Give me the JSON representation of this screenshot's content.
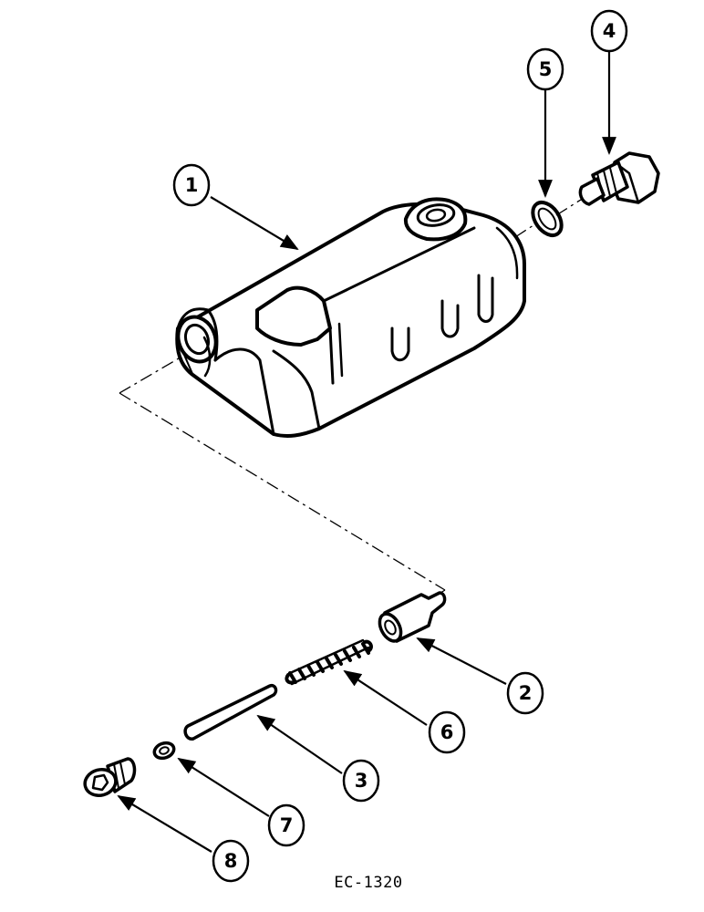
{
  "callouts": [
    {
      "label": "1",
      "part": "valve-housing"
    },
    {
      "label": "2",
      "part": "valve-poppet"
    },
    {
      "label": "3",
      "part": "pin"
    },
    {
      "label": "4",
      "part": "plug"
    },
    {
      "label": "5",
      "part": "o-ring"
    },
    {
      "label": "6",
      "part": "spring"
    },
    {
      "label": "7",
      "part": "washer"
    },
    {
      "label": "8",
      "part": "socket-plug"
    }
  ],
  "caption": "EC-1320"
}
